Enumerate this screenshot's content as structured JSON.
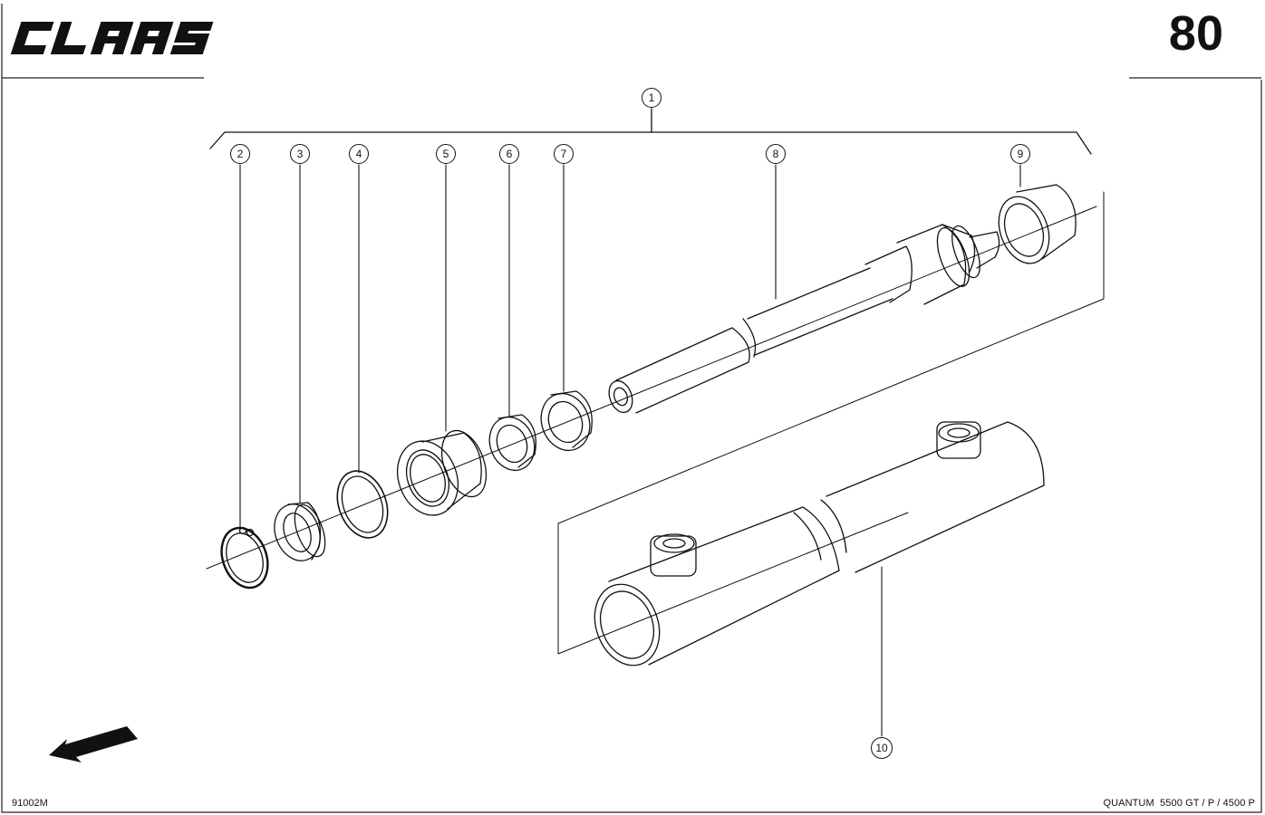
{
  "header": {
    "brand": "CLAAS",
    "page_number": "80"
  },
  "callouts": [
    "1",
    "2",
    "3",
    "4",
    "5",
    "6",
    "7",
    "8",
    "9",
    "10"
  ],
  "footer": {
    "drawing_code": "91002M",
    "model": "QUANTUM  5500 GT / P / 4500 P"
  },
  "icons": {
    "direction_arrow": "arrow-down-left-icon"
  }
}
